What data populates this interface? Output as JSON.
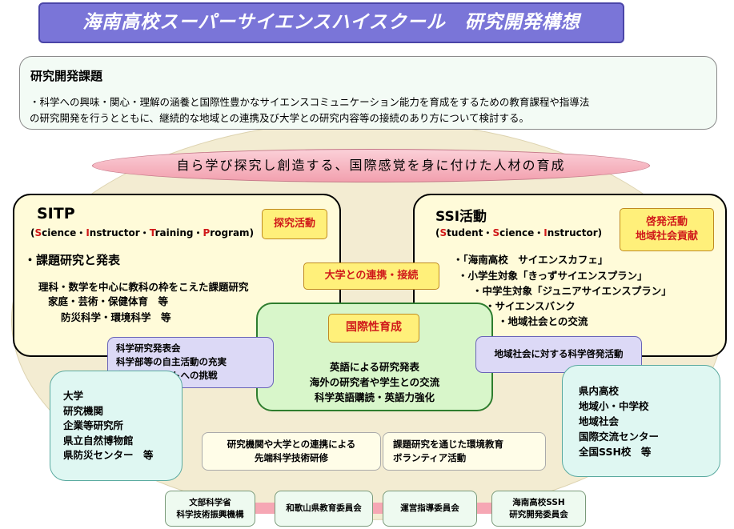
{
  "title": "海南高校スーパーサイエンスハイスクール　研究開発構想",
  "research_topic": {
    "heading": "研究開発課題",
    "text_line1": "・科学への興味・関心・理解の涵養と国際性豊かなサイエンスコミュニケーション能力を育成をするための教育課程や指導法",
    "text_line2": "の研究開発を行うとともに、継続的な地域との連携及び大学との研究内容等の接続のあり方について検討する。"
  },
  "motto": "自ら学び探究し創造する、国際感覚を身に付けた人材の育成",
  "sitp": {
    "title": "SITP",
    "sub_open": "(",
    "sub_parts": [
      {
        "cap": "S",
        "rest": "cience・"
      },
      {
        "cap": "I",
        "rest": "nstructor・"
      },
      {
        "cap": "T",
        "rest": "raining・"
      },
      {
        "cap": "P",
        "rest": "rogram"
      }
    ],
    "sub_close": ")",
    "badge": "探究活動",
    "section": "・課題研究と発表",
    "items": [
      "理科・数学を中心に教科の枠をこえた課題研究",
      "家庭・芸術・保健体育　等",
      "防災科学・環境科学　等"
    ]
  },
  "ssi": {
    "title": "SSI活動",
    "sub_open": "(",
    "sub_parts": [
      {
        "cap": "S",
        "rest": "tudent・"
      },
      {
        "cap": "S",
        "rest": "cience・"
      },
      {
        "cap": "I",
        "rest": "nstructor"
      }
    ],
    "sub_close": ")",
    "badge_line1": "啓発活動",
    "badge_line2": "地域社会貢献",
    "items": [
      "・「海南高校　サイエンスカフェ」",
      "・小学生対象「きっずサイエンスプラン」",
      "・中学生対象「ジュニアサイエンスプラン」",
      "・サイエンスバンク",
      "・地域社会との交流"
    ]
  },
  "university_link": "大学との連携・接続",
  "international": {
    "badge": "国際性育成",
    "items": [
      "英語による研究発表",
      "海外の研究者や学生との交流",
      "科学英語購読・英語力強化"
    ]
  },
  "club_activities": [
    "科学研究発表会",
    "科学部等の自主活動の充実",
    "各種コンテストへの挑戦"
  ],
  "regional_outreach": "地域社会に対する科学啓発活動",
  "partners_left": [
    "大学",
    "研究機関",
    "企業等研究所",
    "県立自然博物館",
    "県防災センター　等"
  ],
  "partners_right": [
    "県内高校",
    "地域小・中学校",
    "地域社会",
    "国際交流センター",
    "全国SSH校　等"
  ],
  "training_note": [
    "研究機関や大学との連携による",
    "先端科学技術研修"
  ],
  "volunteer_note": [
    "課題研究を通じた環境教育",
    "ボランティア活動"
  ],
  "organizations": [
    [
      "文部科学省",
      "科学技術振興機構"
    ],
    [
      "和歌山県教育委員会"
    ],
    [
      "運営指導委員会"
    ],
    [
      "海南高校SSH",
      "研究開発委員会"
    ]
  ]
}
